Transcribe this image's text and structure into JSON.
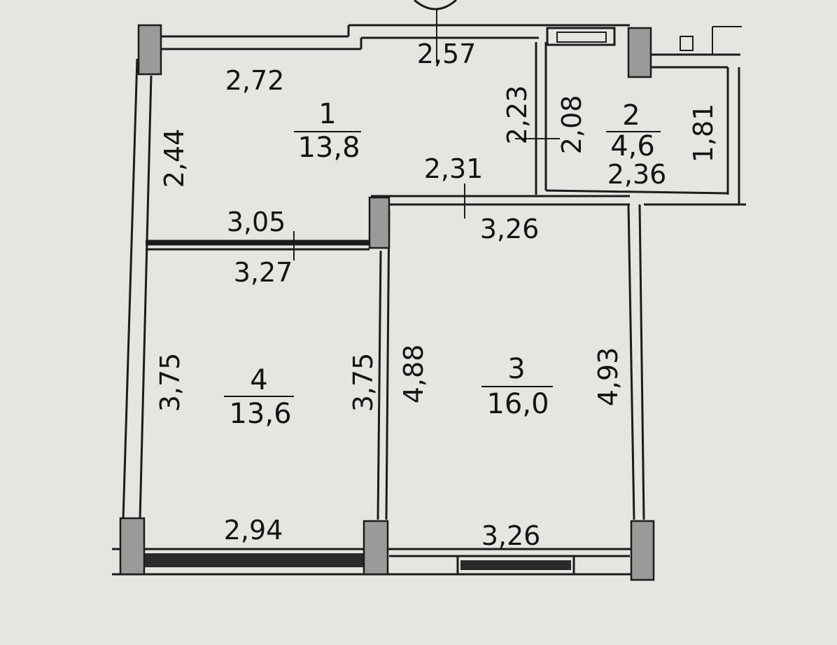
{
  "plan": {
    "rooms": [
      {
        "id": "1",
        "number": "1",
        "area": "13,8"
      },
      {
        "id": "2",
        "number": "2",
        "area": "4,6"
      },
      {
        "id": "3",
        "number": "3",
        "area": "16,0"
      },
      {
        "id": "4",
        "number": "4",
        "area": "13,6"
      }
    ],
    "dimensions": {
      "r1_top_right": "2,57",
      "r1_top_left": "2,72",
      "r1_left": "2,44",
      "r1_right": "2,23",
      "r1_bottom_right": "2,31",
      "r1_bottom_left": "3,05",
      "r2_left": "2,08",
      "r2_right": "1,81",
      "r2_bottom": "2,36",
      "r3_top": "3,26",
      "r3_left": "4,88",
      "r3_right": "4,93",
      "r3_bottom": "3,26",
      "r4_top": "3,27",
      "r4_left": "3,75",
      "r4_right": "3,75",
      "r4_bottom": "2,94"
    }
  }
}
